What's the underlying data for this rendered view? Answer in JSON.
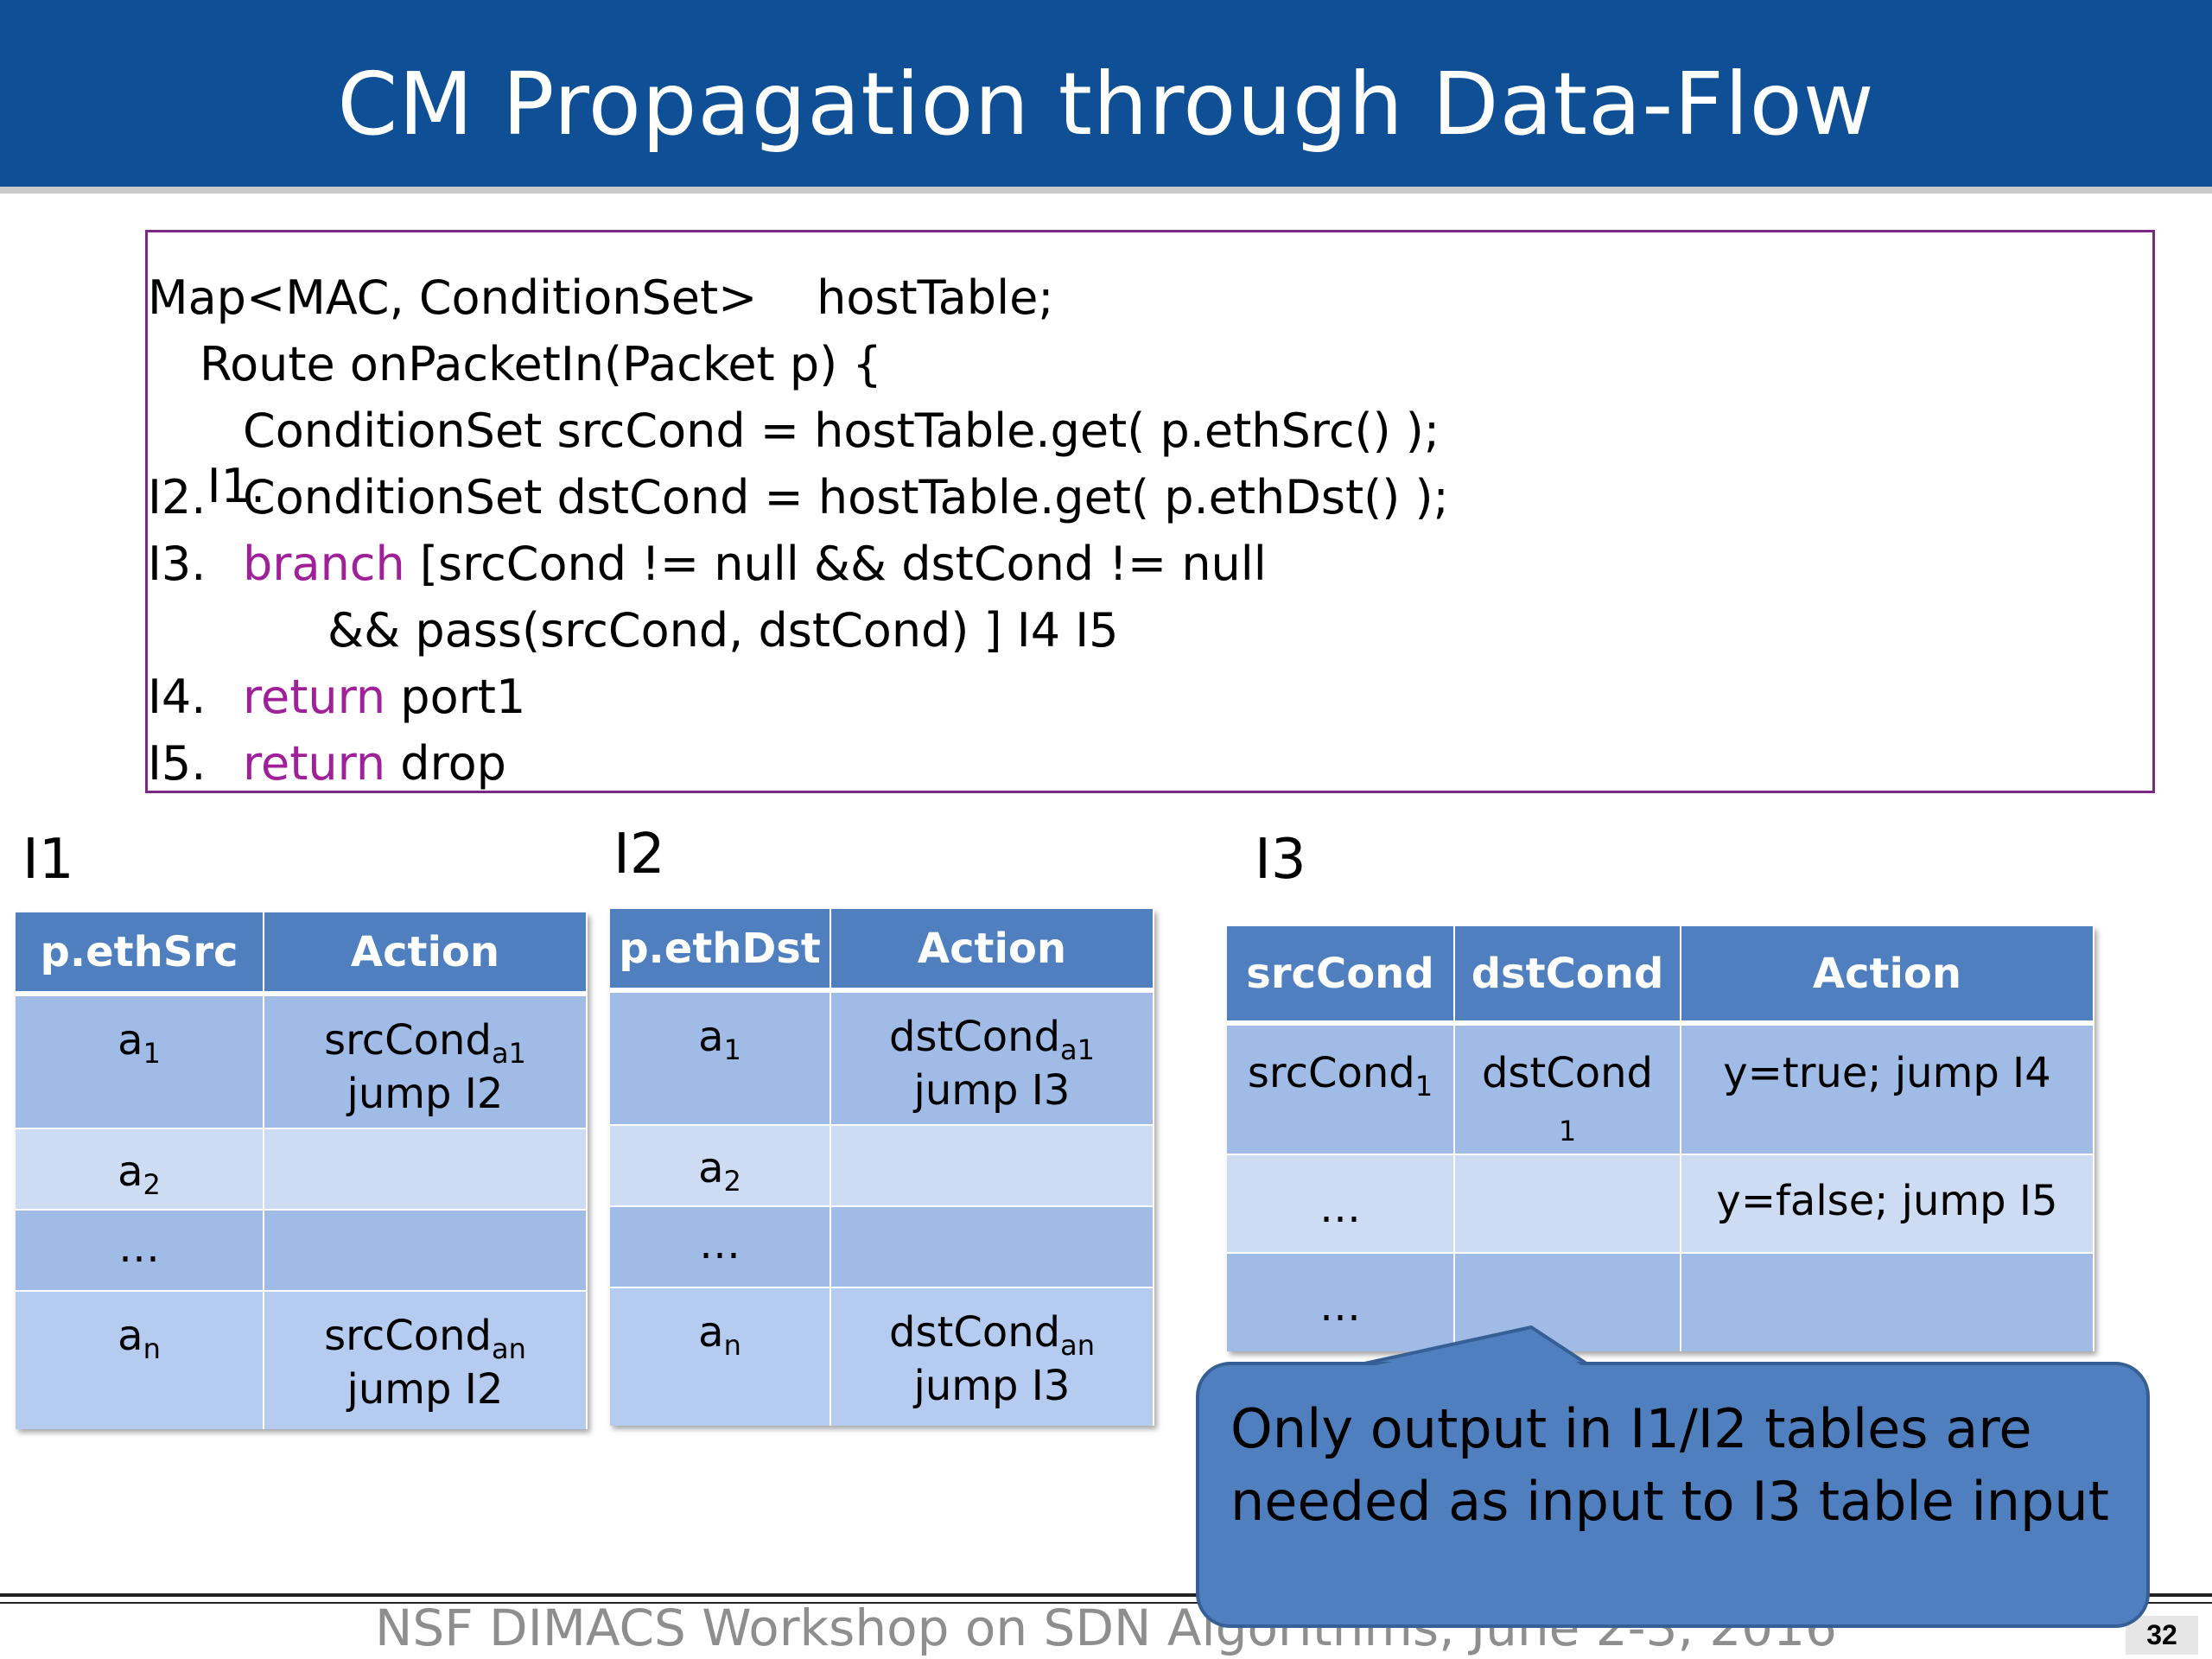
{
  "slide": {
    "title": "CM Propagation through Data-Flow",
    "page_number": "32",
    "footer": "NSF DIMACS Workshop on SDN Algorithms, June 2-3, 2016"
  },
  "code": {
    "line0": "Map<MAC, ConditionSet>    hostTable;",
    "line1": "Route onPacketIn(Packet p) {",
    "i1_label": "I1.",
    "i1_text": "ConditionSet srcCond = hostTable.get( p.ethSrc() );",
    "i2_label": "I2.",
    "i2_text": "ConditionSet dstCond = hostTable.get( p.ethDst() );",
    "i3_label": "I3.",
    "i3_kw": "branch",
    "i3_text": " [srcCond != null && dstCond != null",
    "i3_cont": "&& pass(srcCond, dstCond) ] I4 I5",
    "i4_label": "I4.",
    "i4_kw": "return",
    "i4_text": " port1",
    "i5_label": "I5.",
    "i5_kw": "return",
    "i5_text": " drop"
  },
  "tables": {
    "t1": {
      "label": "I1",
      "headers": [
        "p.ethSrc",
        "Action"
      ],
      "rows": [
        {
          "key": "a",
          "key_sub": "1",
          "action": "srcCond",
          "action_sub": "a1",
          "action2": "jump I2"
        },
        {
          "key": "a",
          "key_sub": "2",
          "action": "",
          "action_sub": "",
          "action2": ""
        },
        {
          "key": "…",
          "key_sub": "",
          "action": "",
          "action_sub": "",
          "action2": ""
        },
        {
          "key": "a",
          "key_sub": "n",
          "action": "srcCond",
          "action_sub": "an",
          "action2": "jump I2"
        }
      ]
    },
    "t2": {
      "label": "I2",
      "headers": [
        "p.ethDst",
        "Action"
      ],
      "rows": [
        {
          "key": "a",
          "key_sub": "1",
          "action": "dstCond",
          "action_sub": "a1",
          "action2": "jump I3"
        },
        {
          "key": "a",
          "key_sub": "2",
          "action": "",
          "action_sub": "",
          "action2": ""
        },
        {
          "key": "…",
          "key_sub": "",
          "action": "",
          "action_sub": "",
          "action2": ""
        },
        {
          "key": "a",
          "key_sub": "n",
          "action": "dstCond",
          "action_sub": "an",
          "action2": "jump I3"
        }
      ]
    },
    "t3": {
      "label": "I3",
      "headers": [
        "srcCond",
        "dstCond",
        "Action"
      ],
      "rows": [
        {
          "src": "srcCond",
          "src_sub": "1",
          "dst": "dstCond",
          "dst_sub": "1",
          "action": "y=true;  jump I4"
        },
        {
          "src": "…",
          "src_sub": "",
          "dst": "",
          "dst_sub": "",
          "action": "y=false; jump I5"
        },
        {
          "src": "…",
          "src_sub": "",
          "dst": "",
          "dst_sub": "",
          "action": ""
        }
      ]
    }
  },
  "callout": {
    "text": "Only output in I1/I2 tables are needed as input to I3 table input"
  }
}
